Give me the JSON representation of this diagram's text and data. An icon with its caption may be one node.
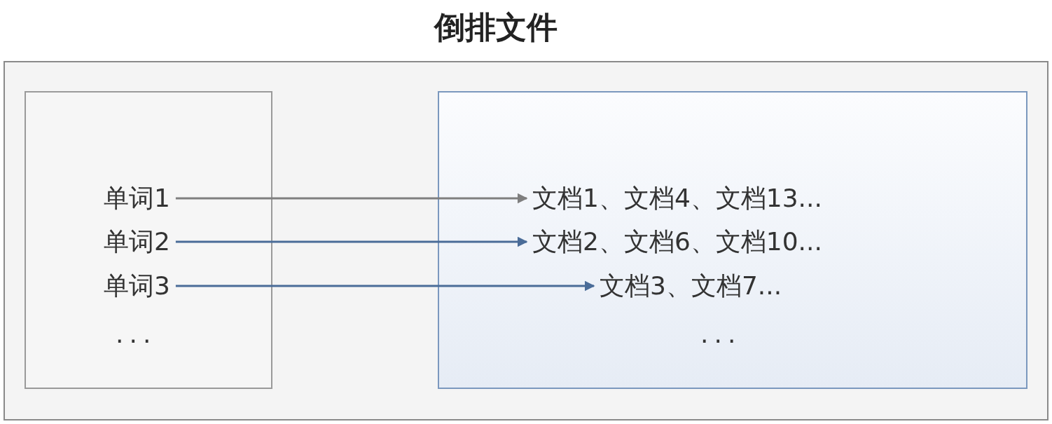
{
  "diagram": {
    "title": "倒排文件",
    "nodes": [
      {
        "text": [],
        "shape": "box"
      },
      {
        "text": [],
        "shape": "box",
        "in": 0
      },
      {
        "text": [],
        "shape": "box",
        "in": 0
      },
      {
        "text": [
          "单词1"
        ],
        "in": 1
      },
      {
        "text": [
          "单词2"
        ],
        "in": 1
      },
      {
        "text": [
          "单词3"
        ],
        "in": 1
      },
      {
        "text": [
          "文档1、文档4、文档13..."
        ],
        "in": 2
      },
      {
        "text": [
          "文档2、文档6、文档10..."
        ],
        "in": 2
      },
      {
        "text": [
          "文档3、文档7..."
        ],
        "in": 2
      }
    ],
    "edges": [
      {
        "from": 3,
        "to": 6,
        "arrow": "to",
        "color": "#7f7f7f"
      },
      {
        "from": 4,
        "to": 7,
        "arrow": "to"
      },
      {
        "from": 5,
        "to": 8,
        "arrow": "to"
      }
    ],
    "labels": [
      "...",
      "..."
    ]
  }
}
